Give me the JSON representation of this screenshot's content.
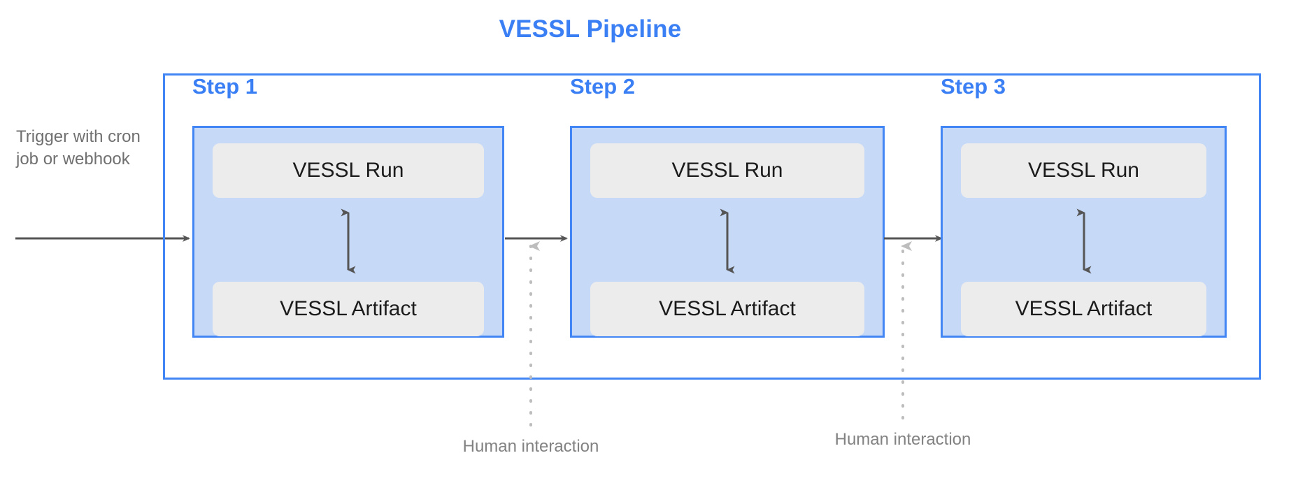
{
  "diagram": {
    "title": "VESSL Pipeline",
    "title_color": "#3b7ff5",
    "border_color": "#4285f4",
    "step_fill_color": "#c6d9f7",
    "node_fill_color": "#ececed",
    "arrow_color": "#555555",
    "dotted_arrow_color": "#bdbdbd",
    "background_color": "#ffffff"
  },
  "trigger": {
    "text": "Trigger with cron job or webhook",
    "color": "#707070"
  },
  "steps": [
    {
      "label": "Step 1",
      "run_label": "VESSL Run",
      "artifact_label": "VESSL Artifact"
    },
    {
      "label": "Step 2",
      "run_label": "VESSL Run",
      "artifact_label": "VESSL Artifact"
    },
    {
      "label": "Step 3",
      "run_label": "VESSL Run",
      "artifact_label": "VESSL Artifact"
    }
  ],
  "human_interactions": [
    {
      "label": "Human interaction"
    },
    {
      "label": "Human interaction"
    }
  ]
}
